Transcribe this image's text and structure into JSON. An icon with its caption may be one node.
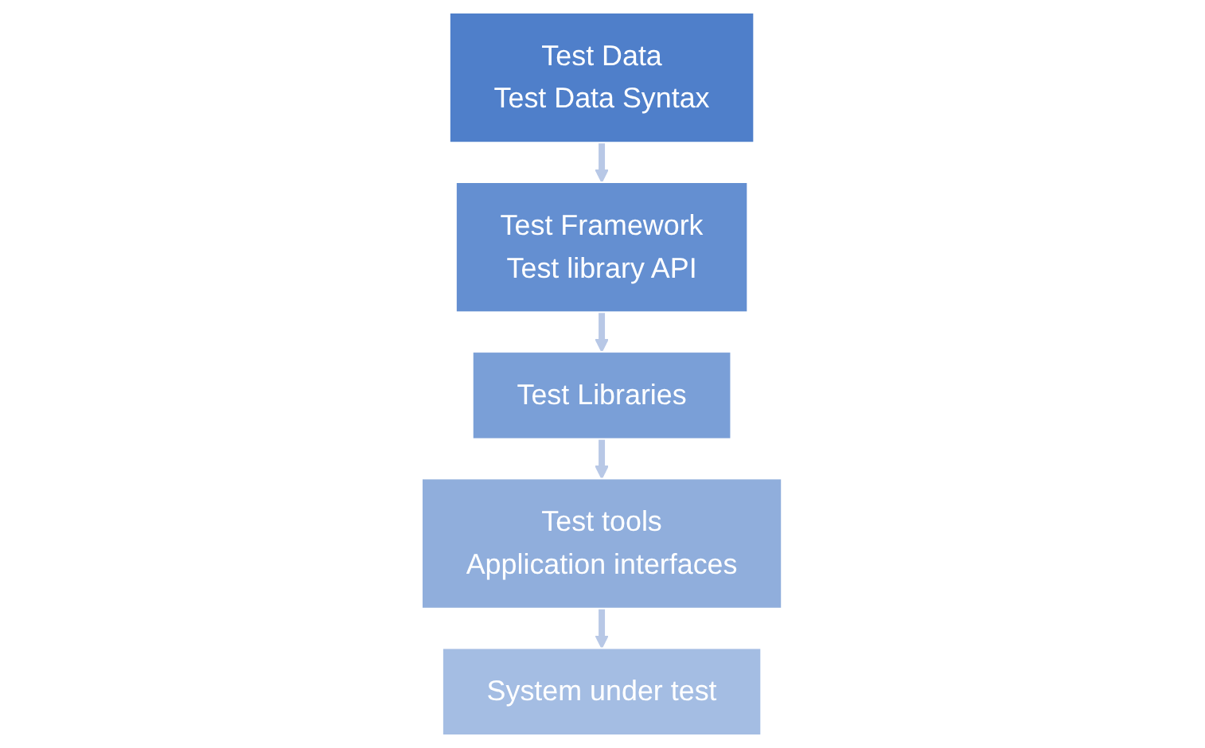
{
  "diagram": {
    "nodes": [
      {
        "text": [
          "Test Data",
          "Test Data Syntax"
        ]
      },
      {
        "text": [
          "Test Framework",
          "Test library API"
        ]
      },
      {
        "text": [
          "Test Libraries"
        ]
      },
      {
        "text": [
          "Test tools",
          "Application interfaces"
        ]
      },
      {
        "text": [
          "System under test"
        ]
      }
    ],
    "edges": [
      {
        "from": 0,
        "to": 1,
        "arrow": "to"
      },
      {
        "from": 1,
        "to": 2,
        "arrow": "to"
      },
      {
        "from": 2,
        "to": 3,
        "arrow": "to"
      },
      {
        "from": 3,
        "to": 4,
        "arrow": "to"
      }
    ]
  }
}
